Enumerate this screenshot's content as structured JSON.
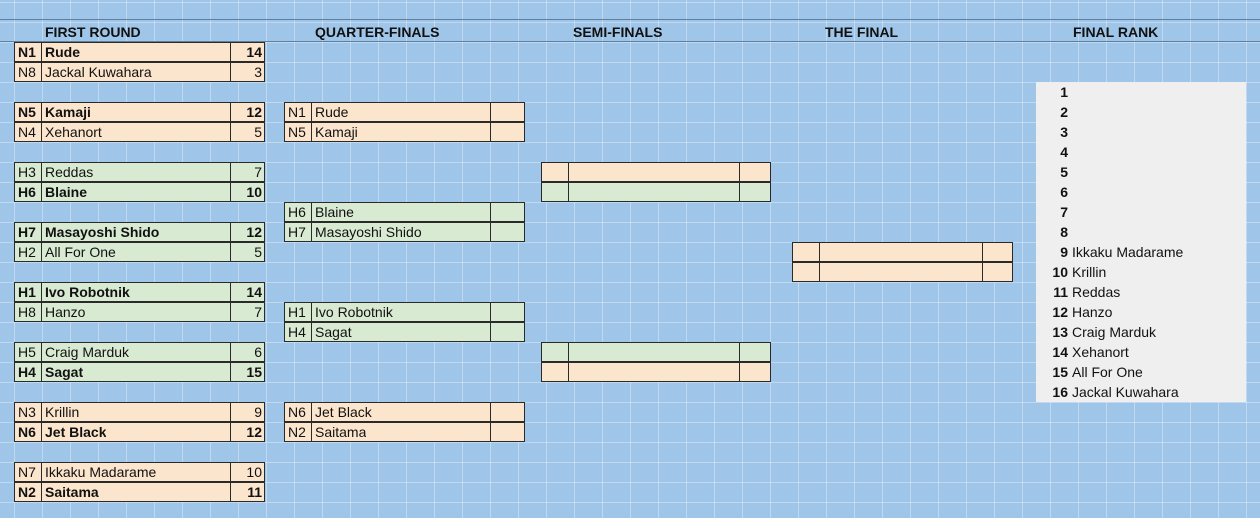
{
  "headers": {
    "first_round": "FIRST ROUND",
    "quarter_finals": "QUARTER-FINALS",
    "semi_finals": "SEMI-FINALS",
    "the_final": "THE FINAL",
    "final_rank": "FINAL RANK"
  },
  "colors": {
    "sheet_bg": "#9fc5e8",
    "peach": "#fce5cd",
    "green": "#d9ead3",
    "rank_bg": "#efefef"
  },
  "first_round": [
    {
      "seed": "N1",
      "name": "Rude",
      "score": "14",
      "winner": true,
      "color": "peach"
    },
    {
      "seed": "N8",
      "name": "Jackal Kuwahara",
      "score": "3",
      "winner": false,
      "color": "peach"
    },
    {
      "seed": "N5",
      "name": "Kamaji",
      "score": "12",
      "winner": true,
      "color": "peach"
    },
    {
      "seed": "N4",
      "name": "Xehanort",
      "score": "5",
      "winner": false,
      "color": "peach"
    },
    {
      "seed": "H3",
      "name": "Reddas",
      "score": "7",
      "winner": false,
      "color": "green"
    },
    {
      "seed": "H6",
      "name": "Blaine",
      "score": "10",
      "winner": true,
      "color": "green"
    },
    {
      "seed": "H7",
      "name": "Masayoshi Shido",
      "score": "12",
      "winner": true,
      "color": "green"
    },
    {
      "seed": "H2",
      "name": "All For One",
      "score": "5",
      "winner": false,
      "color": "green"
    },
    {
      "seed": "H1",
      "name": "Ivo Robotnik",
      "score": "14",
      "winner": true,
      "color": "green"
    },
    {
      "seed": "H8",
      "name": "Hanzo",
      "score": "7",
      "winner": false,
      "color": "green"
    },
    {
      "seed": "H5",
      "name": "Craig Marduk",
      "score": "6",
      "winner": false,
      "color": "green"
    },
    {
      "seed": "H4",
      "name": "Sagat",
      "score": "15",
      "winner": true,
      "color": "green"
    },
    {
      "seed": "N3",
      "name": "Krillin",
      "score": "9",
      "winner": false,
      "color": "peach"
    },
    {
      "seed": "N6",
      "name": "Jet Black",
      "score": "12",
      "winner": true,
      "color": "peach"
    },
    {
      "seed": "N7",
      "name": "Ikkaku Madarame",
      "score": "10",
      "winner": false,
      "color": "peach"
    },
    {
      "seed": "N2",
      "name": "Saitama",
      "score": "11",
      "winner": true,
      "color": "peach"
    }
  ],
  "quarter_finals": [
    {
      "seed": "N1",
      "name": "Rude",
      "score": "",
      "color": "peach"
    },
    {
      "seed": "N5",
      "name": "Kamaji",
      "score": "",
      "color": "peach"
    },
    {
      "seed": "H6",
      "name": "Blaine",
      "score": "",
      "color": "green"
    },
    {
      "seed": "H7",
      "name": "Masayoshi Shido",
      "score": "",
      "color": "green"
    },
    {
      "seed": "H1",
      "name": "Ivo Robotnik",
      "score": "",
      "color": "green"
    },
    {
      "seed": "H4",
      "name": "Sagat",
      "score": "",
      "color": "green"
    },
    {
      "seed": "N6",
      "name": "Jet Black",
      "score": "",
      "color": "peach"
    },
    {
      "seed": "N2",
      "name": "Saitama",
      "score": "",
      "color": "peach"
    }
  ],
  "semi_finals": [
    {
      "seed": "",
      "name": "",
      "score": "",
      "color": "peach"
    },
    {
      "seed": "",
      "name": "",
      "score": "",
      "color": "green"
    },
    {
      "seed": "",
      "name": "",
      "score": "",
      "color": "green"
    },
    {
      "seed": "",
      "name": "",
      "score": "",
      "color": "peach"
    }
  ],
  "the_final": [
    {
      "seed": "",
      "name": "",
      "score": "",
      "color": "peach"
    },
    {
      "seed": "",
      "name": "",
      "score": "",
      "color": "peach"
    }
  ],
  "final_rank": [
    {
      "rank": "1",
      "name": ""
    },
    {
      "rank": "2",
      "name": ""
    },
    {
      "rank": "3",
      "name": ""
    },
    {
      "rank": "4",
      "name": ""
    },
    {
      "rank": "5",
      "name": ""
    },
    {
      "rank": "6",
      "name": ""
    },
    {
      "rank": "7",
      "name": ""
    },
    {
      "rank": "8",
      "name": ""
    },
    {
      "rank": "9",
      "name": "Ikkaku Madarame"
    },
    {
      "rank": "10",
      "name": "Krillin"
    },
    {
      "rank": "11",
      "name": "Reddas"
    },
    {
      "rank": "12",
      "name": "Hanzo"
    },
    {
      "rank": "13",
      "name": "Craig Marduk"
    },
    {
      "rank": "14",
      "name": "Xehanort"
    },
    {
      "rank": "15",
      "name": "All For One"
    },
    {
      "rank": "16",
      "name": "Jackal Kuwahara"
    }
  ]
}
